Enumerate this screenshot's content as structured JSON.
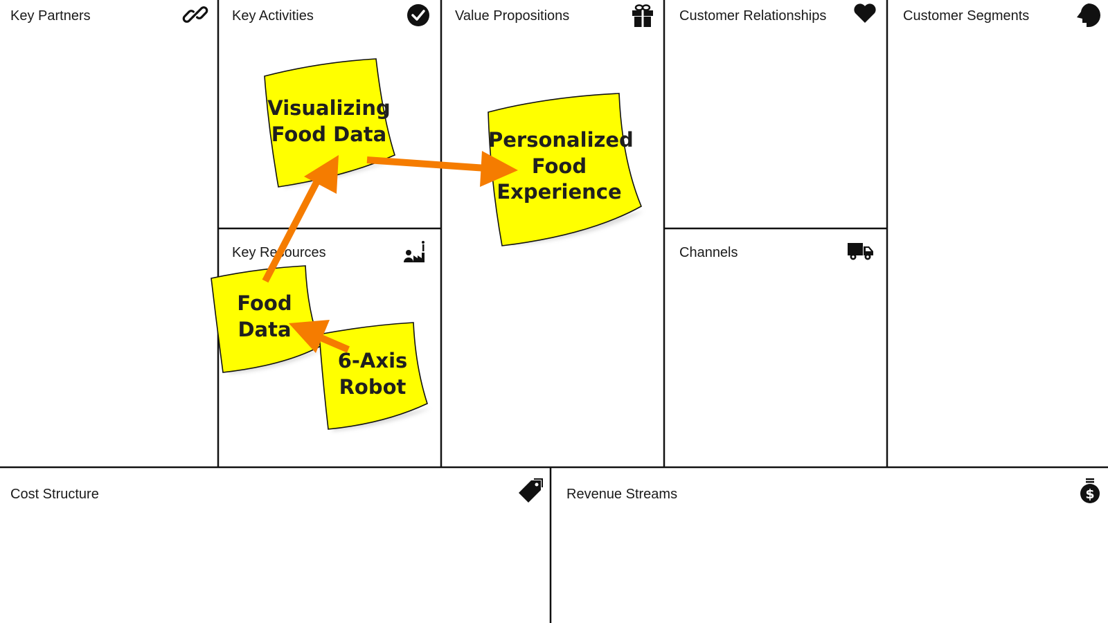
{
  "canvas": {
    "sections": {
      "key_partners": {
        "title": "Key Partners",
        "icon": "link-icon"
      },
      "key_activities": {
        "title": "Key Activities",
        "icon": "check-circle-icon"
      },
      "key_resources": {
        "title": "Key Resources",
        "icon": "factory-worker-icon"
      },
      "value_propositions": {
        "title": "Value Propositions",
        "icon": "gift-icon"
      },
      "customer_relationships": {
        "title": "Customer Relationships",
        "icon": "heart-icon"
      },
      "channels": {
        "title": "Channels",
        "icon": "truck-icon"
      },
      "customer_segments": {
        "title": "Customer Segments",
        "icon": "face-profile-icon"
      },
      "cost_structure": {
        "title": "Cost Structure",
        "icon": "price-tag-icon"
      },
      "revenue_streams": {
        "title": "Revenue Streams",
        "icon": "money-bag-icon"
      }
    },
    "sticky_notes": {
      "visualizing_food_data": {
        "line1": "Visualizing",
        "line2": "Food Data"
      },
      "personalized_food_experience": {
        "line1": "Personalized",
        "line2": "Food",
        "line3": "Experience"
      },
      "food_data": {
        "line1": "Food",
        "line2": "Data"
      },
      "six_axis_robot": {
        "line1": "6-Axis",
        "line2": "Robot"
      }
    },
    "colors": {
      "sticky_note": "#ffff00",
      "arrow": "#f57c00",
      "grid_line": "#111111"
    }
  }
}
